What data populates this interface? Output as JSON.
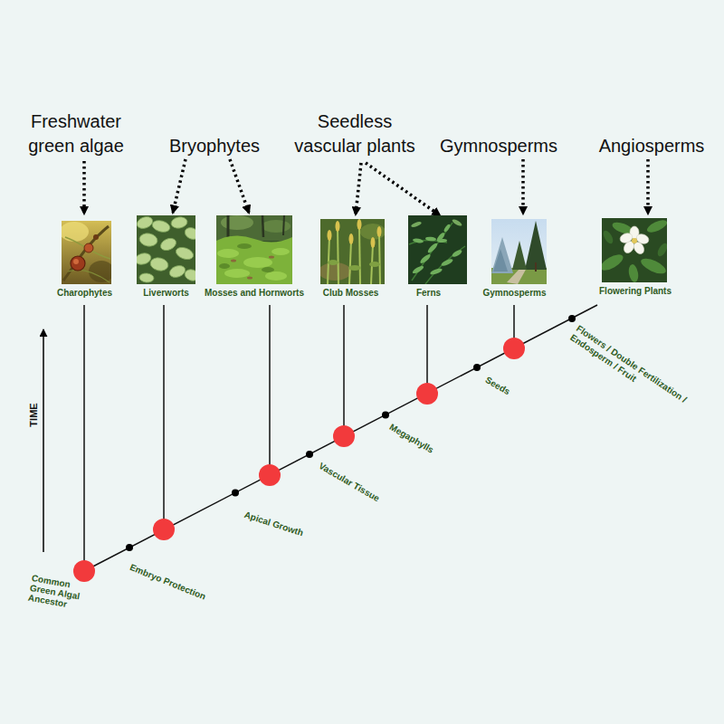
{
  "diagram": {
    "nodes": [
      {
        "text": [
          "Charophytes"
        ]
      },
      {
        "text": [
          "Liverworts"
        ]
      },
      {
        "text": [
          "Mosses and Hornworts"
        ]
      },
      {
        "text": [
          "Club Mosses"
        ]
      },
      {
        "text": [
          "Ferns"
        ]
      },
      {
        "text": [
          "Gymnosperms"
        ]
      },
      {
        "text": [
          "Flowering Plants"
        ]
      }
    ],
    "labels": [
      "Freshwater green algae",
      "Bryophytes",
      "Seedless vascular plants",
      "Gymnosperms",
      "Angiosperms",
      "TIME",
      "Common Green Algal Ancestor",
      "Embryo Protection",
      "Apical Growth",
      "Vascular Tissue",
      "Megaphylls",
      "Seeds",
      "Flowers / Double Fertilization / Endosperm / Fruit"
    ]
  }
}
